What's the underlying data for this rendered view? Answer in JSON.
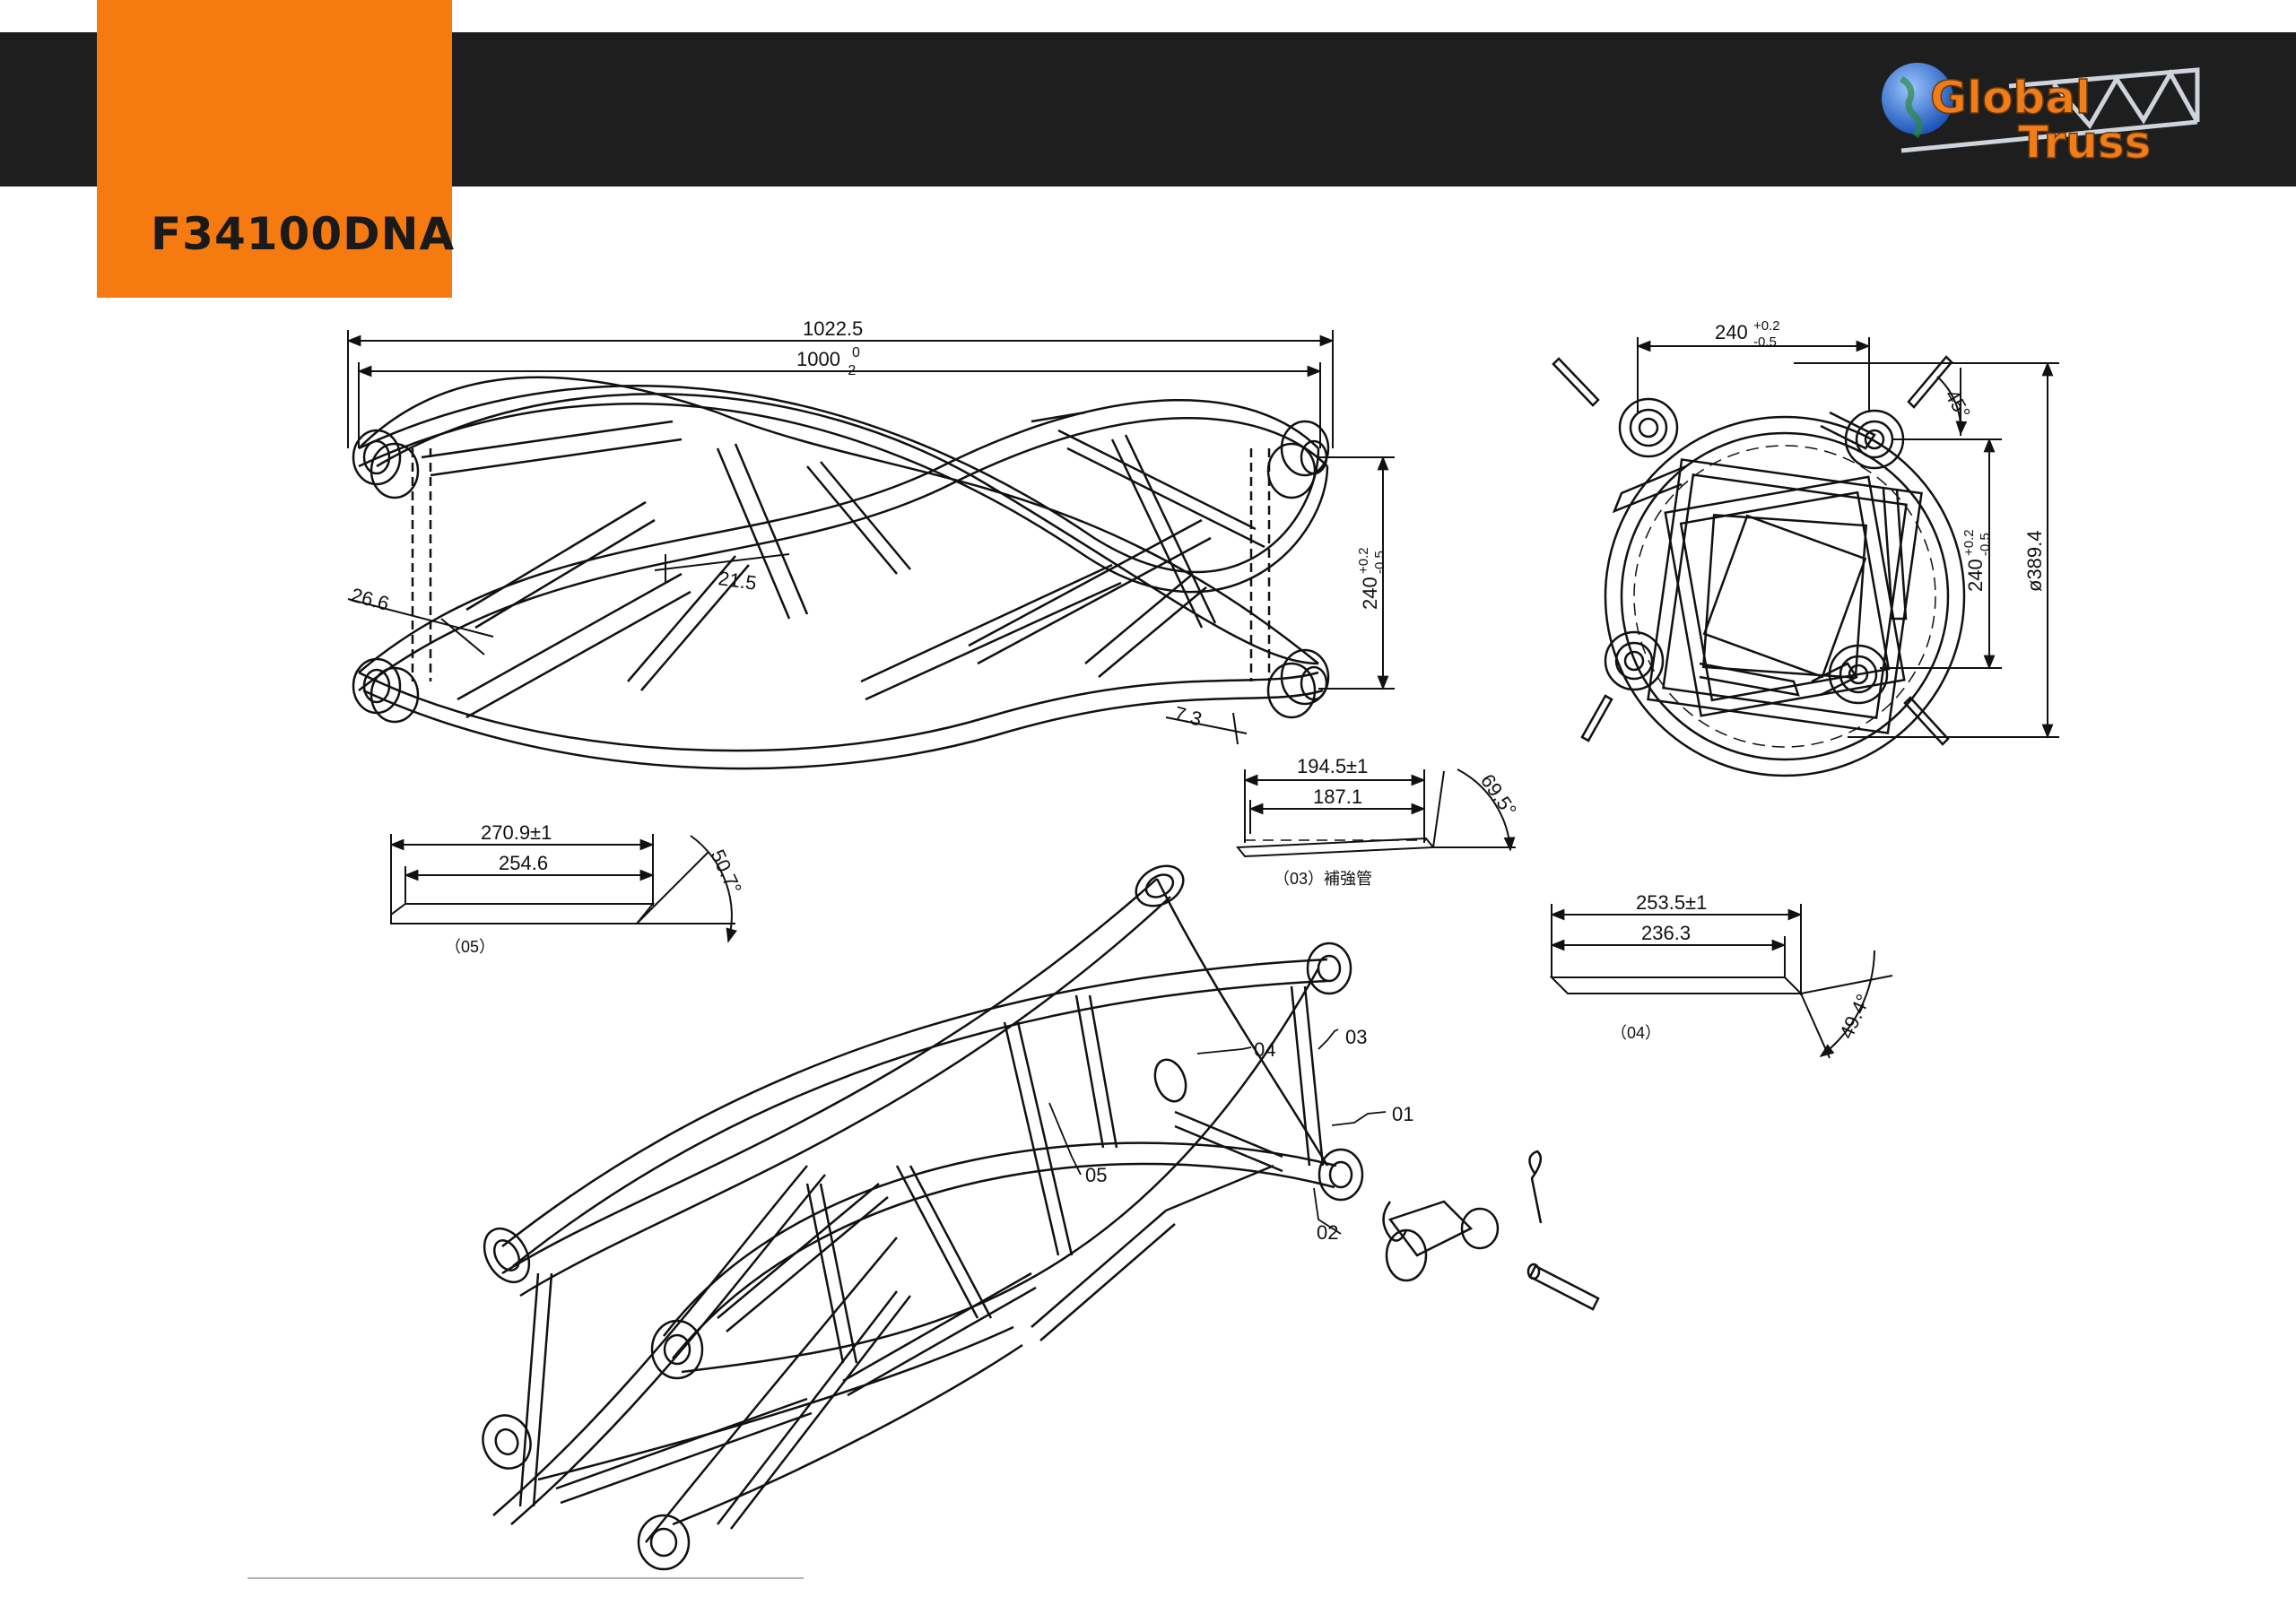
{
  "header": {
    "model": "F34100DNA",
    "brand_line1": "Global",
    "brand_line2": "Truss",
    "colors": {
      "bar": "#1e1e1e",
      "accent": "#f57a10",
      "brand_text": "#f07c1a",
      "globe": "#2d6fd0"
    }
  },
  "side_view": {
    "overall_length": "1022.5",
    "length_nominal": "1000",
    "length_tol_upper": "0",
    "length_tol_lower": "-2",
    "height_nominal": "240",
    "height_tol_upper": "+0.2",
    "height_tol_lower": "-0.5",
    "dim_21_5": "21.5",
    "dim_26_6": "26.6",
    "dim_7_3": "7.3"
  },
  "end_view": {
    "width_nominal": "240",
    "width_tol_upper": "+0.2",
    "width_tol_lower": "-0.5",
    "height_nominal": "240",
    "height_tol_upper": "+0.2",
    "height_tol_lower": "-0.5",
    "angle": "45°",
    "diameter": "ø389.4"
  },
  "parts": {
    "p03": {
      "total": "194.5±1",
      "inner": "187.1",
      "angle": "69.5°",
      "label": "（03）補強管"
    },
    "p05": {
      "total": "270.9±1",
      "inner": "254.6",
      "angle": "50.7°",
      "label": "（05）"
    },
    "p04": {
      "total": "253.5±1",
      "inner": "236.3",
      "angle": "49.4°",
      "label": "（04）"
    }
  },
  "callouts": [
    "01",
    "02",
    "03",
    "04",
    "05"
  ]
}
